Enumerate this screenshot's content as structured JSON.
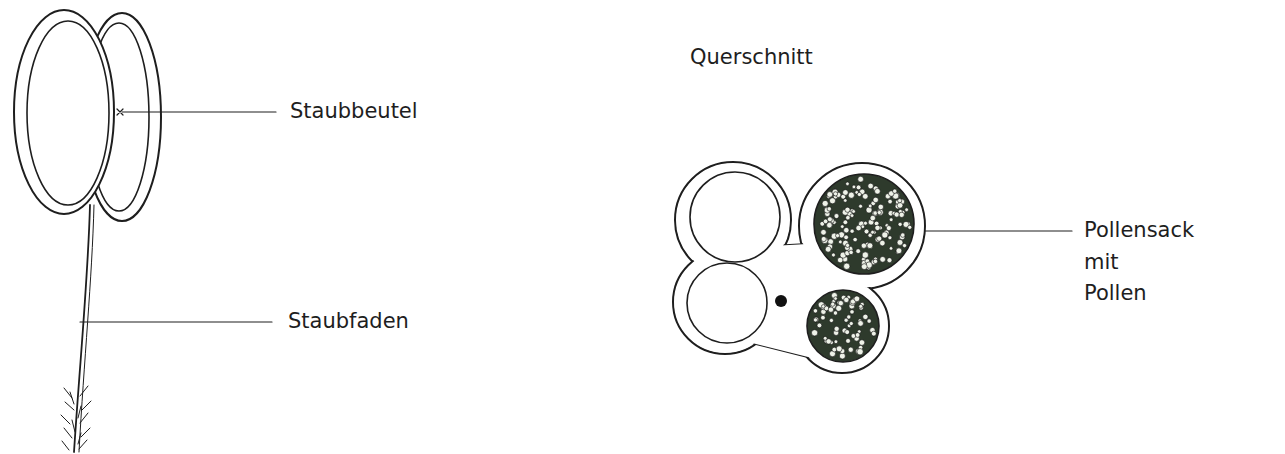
{
  "diagram": {
    "labels": [
      "Staubbeutel",
      "Staubfaden",
      "Querschnitt",
      "Pollensack mit Pollen"
    ]
  }
}
